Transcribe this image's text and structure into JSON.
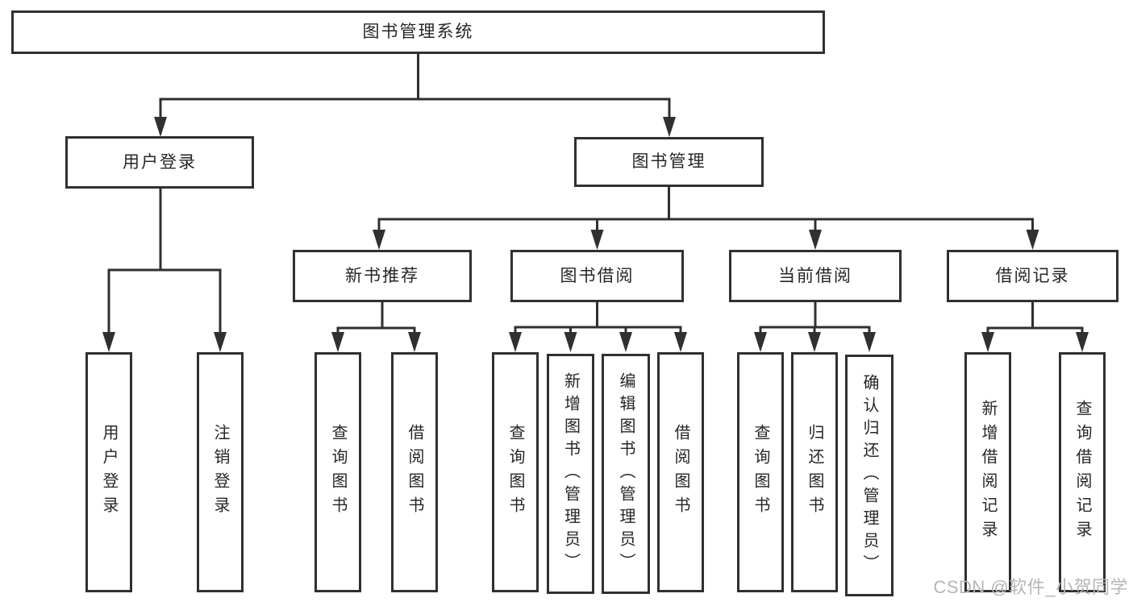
{
  "watermark": "CSDN @软件_小贺同学",
  "colors": {
    "line": "#303030",
    "text": "#262626",
    "background": "#ffffff",
    "watermark": "#b6b6b6"
  },
  "tree": {
    "label": "图书管理系统",
    "children": [
      {
        "label": "用户登录",
        "children": [
          {
            "label": "用户登录"
          },
          {
            "label": "注销登录"
          }
        ]
      },
      {
        "label": "图书管理",
        "children": [
          {
            "label": "新书推荐",
            "children": [
              {
                "label": "查询图书"
              },
              {
                "label": "借阅图书"
              }
            ]
          },
          {
            "label": "图书借阅",
            "children": [
              {
                "label": "查询图书"
              },
              {
                "label": "新增图书（管理员）"
              },
              {
                "label": "编辑图书（管理员）"
              },
              {
                "label": "借阅图书"
              }
            ]
          },
          {
            "label": "当前借阅",
            "children": [
              {
                "label": "查询图书"
              },
              {
                "label": "归还图书"
              },
              {
                "label": "确认归还（管理员）"
              }
            ]
          },
          {
            "label": "借阅记录",
            "children": [
              {
                "label": "新增借阅记录"
              },
              {
                "label": "查询借阅记录"
              }
            ]
          }
        ]
      }
    ]
  }
}
